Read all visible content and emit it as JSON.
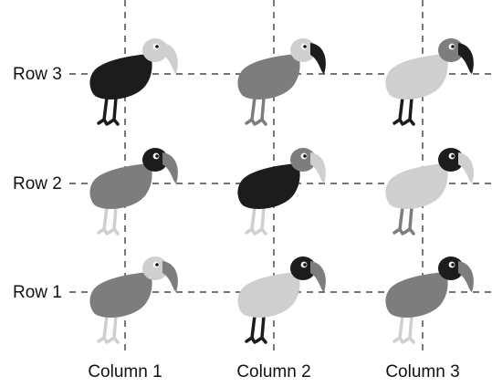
{
  "labels": {
    "rows": [
      "Row 3",
      "Row 2",
      "Row 1"
    ],
    "columns": [
      "Column 1",
      "Column 2",
      "Column 3"
    ]
  },
  "colors": {
    "black": "#1c1c1c",
    "gray": "#7d7d7d",
    "light": "#cfcfcf"
  },
  "grid": [
    {
      "row": "Row 3",
      "column": "Column 1",
      "body": "black",
      "head": "light",
      "beak": "light",
      "legs": "black"
    },
    {
      "row": "Row 3",
      "column": "Column 2",
      "body": "gray",
      "head": "light",
      "beak": "black",
      "legs": "gray"
    },
    {
      "row": "Row 3",
      "column": "Column 3",
      "body": "light",
      "head": "gray",
      "beak": "black",
      "legs": "black"
    },
    {
      "row": "Row 2",
      "column": "Column 1",
      "body": "gray",
      "head": "black",
      "beak": "gray",
      "legs": "light"
    },
    {
      "row": "Row 2",
      "column": "Column 2",
      "body": "black",
      "head": "gray",
      "beak": "light",
      "legs": "light"
    },
    {
      "row": "Row 2",
      "column": "Column 3",
      "body": "light",
      "head": "black",
      "beak": "light",
      "legs": "gray"
    },
    {
      "row": "Row 1",
      "column": "Column 1",
      "body": "gray",
      "head": "light",
      "beak": "gray",
      "legs": "light"
    },
    {
      "row": "Row 1",
      "column": "Column 2",
      "body": "light",
      "head": "black",
      "beak": "gray",
      "legs": "black"
    },
    {
      "row": "Row 1",
      "column": "Column 3",
      "body": "gray",
      "head": "black",
      "beak": "gray",
      "legs": "light"
    }
  ]
}
